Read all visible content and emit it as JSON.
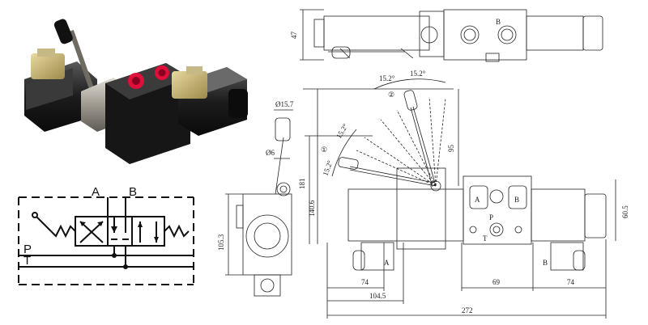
{
  "schematic": {
    "port_a": "A",
    "port_b": "B",
    "port_p": "P",
    "port_t": "T"
  },
  "top_view": {
    "height_dim": "47",
    "port_b": "B"
  },
  "main_view": {
    "angle_a1": "15.2°",
    "angle_a2": "15.2°",
    "angle_b1": "15.2°",
    "angle_b2": "15.2°",
    "marker_1": "①",
    "marker_2": "②",
    "dim_95": "95",
    "dim_181": "181",
    "dim_140_6": "140.6",
    "dim_60_5": "60.5",
    "dim_74_left": "74",
    "dim_104_5": "104.5",
    "dim_272": "272",
    "dim_69": "69",
    "dim_74_right": "74",
    "coil_a": "A",
    "coil_b": "B",
    "port_a": "A",
    "port_b": "B",
    "port_p": "P",
    "port_t": "T"
  },
  "side_view": {
    "dim_knob": "Ø15.7",
    "dim_rod": "Ø6",
    "dim_105_3": "105.3"
  }
}
